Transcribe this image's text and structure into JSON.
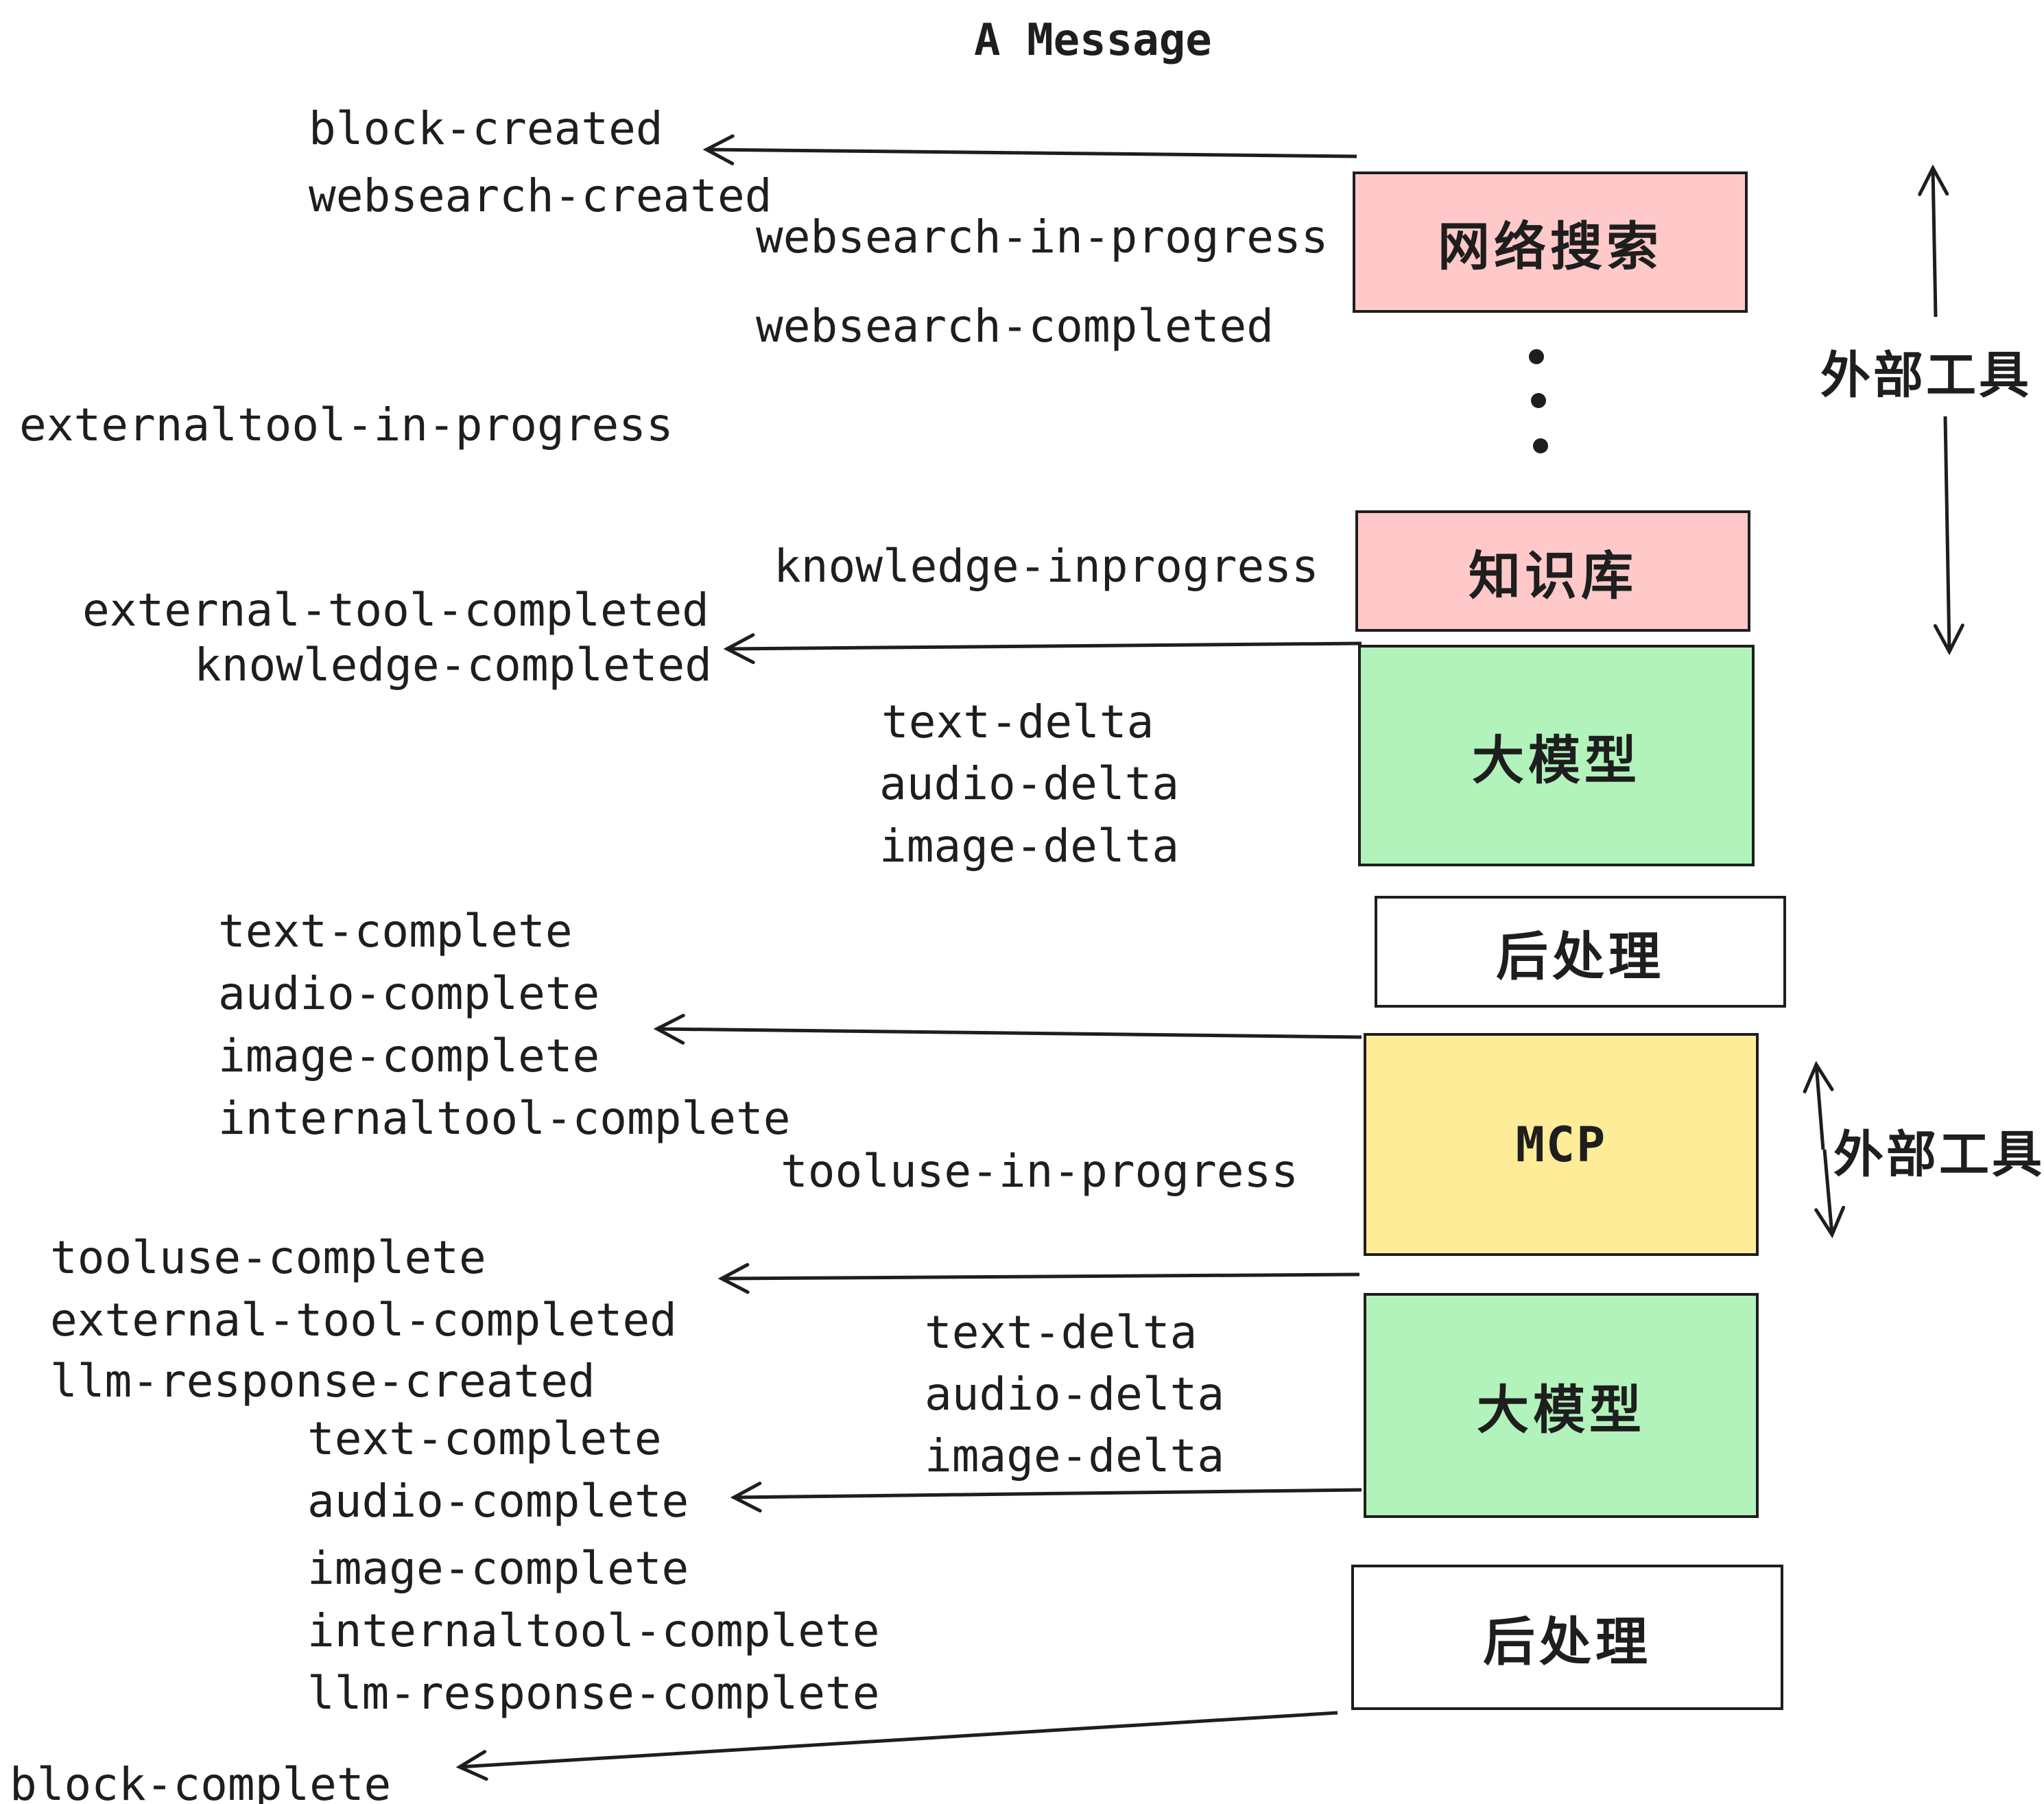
{
  "title": "A Message",
  "colors": {
    "stroke": "#1e1e1e",
    "external_tool_box": "#ffc9c9",
    "llm_box": "#b2f2bb",
    "mcp_box": "#ffec99",
    "post_box": "#ffffff",
    "background": "#ffffff"
  },
  "boxes": {
    "websearch": "网络搜索",
    "knowledge": "知识库",
    "llm1": "大模型",
    "post1": "后处理",
    "mcp": "MCP",
    "llm2": "大模型",
    "post2": "后处理"
  },
  "side_labels": {
    "external_tools_top": "外部工具",
    "external_tools_mcp": "外部工具"
  },
  "events": {
    "block_created": "block-created",
    "websearch_created": "websearch-created",
    "websearch_in_progress": "websearch-in-progress",
    "websearch_completed": "websearch-completed",
    "externaltool_in_progress": "externaltool-in-progress",
    "knowledge_inprogress": "knowledge-inprogress",
    "external_tool_completed_1": "external-tool-completed",
    "knowledge_completed": "knowledge-completed",
    "text_delta_1": "text-delta",
    "audio_delta_1": "audio-delta",
    "image_delta_1": "image-delta",
    "text_complete_1": "text-complete",
    "audio_complete_1": "audio-complete",
    "image_complete_1": "image-complete",
    "internaltool_complete_1": "internaltool-complete",
    "tooluse_in_progress": "tooluse-in-progress",
    "tooluse_complete": "tooluse-complete",
    "external_tool_completed_2": "external-tool-completed",
    "llm_response_created": "llm-response-created",
    "text_complete_2": "text-complete",
    "audio_complete_2": "audio-complete",
    "image_complete_2": "image-complete",
    "internaltool_complete_2": "internaltool-complete",
    "llm_response_complete": "llm-response-complete",
    "block_complete": "block-complete",
    "text_delta_2": "text-delta",
    "audio_delta_2": "audio-delta",
    "image_delta_2": "image-delta"
  }
}
